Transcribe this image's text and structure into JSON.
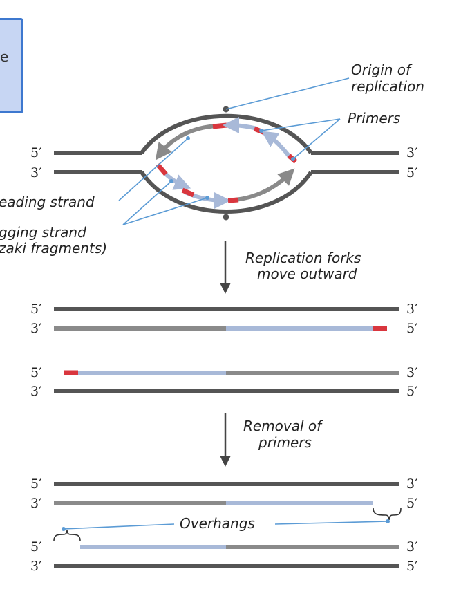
{
  "ends": {
    "five": "5′",
    "three": "3′"
  },
  "labels": {
    "origin_line1": "Origin of",
    "origin_line2": "replication",
    "primers": "Primers",
    "leading_strand": "eading strand",
    "lagging_line1": "gging strand",
    "lagging_line2": "zaki fragments)",
    "forks_line1": "Replication forks",
    "forks_line2": "move outward",
    "removal_line1": "Removal of",
    "removal_line2": "primers",
    "overhangs": "Overhangs"
  },
  "note_box_text": "e",
  "colors": {
    "parent_strand": "#555555",
    "new_dna_gray": "#8a8a8a",
    "new_dna_blue": "#a8b9d8",
    "primer_red": "#d9363e",
    "annotation_line": "#5b9bd5",
    "note_fill": "#c7d6f3",
    "note_border": "#3d78cf"
  }
}
